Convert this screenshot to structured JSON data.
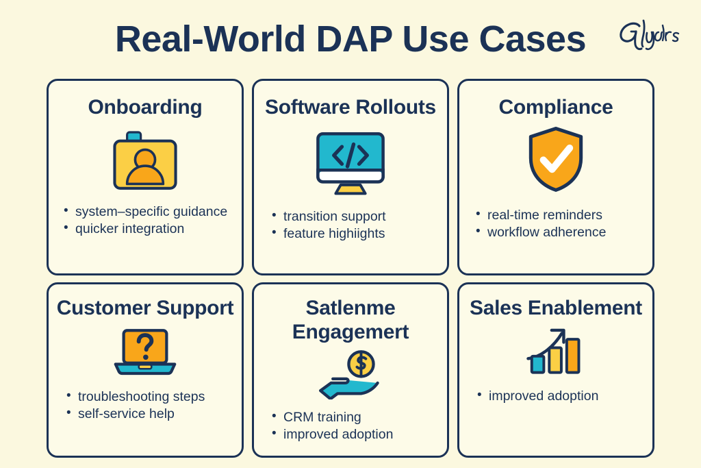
{
  "header": {
    "title": "Real-World DAP Use Cases",
    "logo_text": "Glydrs"
  },
  "theme": {
    "background": "#FBF8DF",
    "card_background": "#FDFBE8",
    "ink": "#1B3256",
    "cyan": "#22B8CE",
    "yellow": "#FBCF45",
    "orange": "#F9A61A",
    "white": "#FFFFFF"
  },
  "cards": [
    {
      "title": "Onboarding",
      "icon": "id-badge-icon",
      "bullets": [
        "system–specific guidance",
        "quicker integration"
      ]
    },
    {
      "title": "Software Rollouts",
      "icon": "code-monitor-icon",
      "bullets": [
        "transition support",
        "feature highiights"
      ]
    },
    {
      "title": "Compliance",
      "icon": "shield-check-icon",
      "bullets": [
        "real-time reminders",
        "workflow adherence"
      ]
    },
    {
      "title": "Customer Support",
      "icon": "laptop-question-icon",
      "bullets": [
        "troubleshooting steps",
        "self-service help"
      ]
    },
    {
      "title": "Satlenme Engagemert",
      "icon": "hand-coin-icon",
      "bullets": [
        "CRM training",
        "improved adoption"
      ]
    },
    {
      "title": "Sales Enablement",
      "icon": "growth-bar-chart-icon",
      "bullets": [
        "improved adoption"
      ]
    }
  ]
}
